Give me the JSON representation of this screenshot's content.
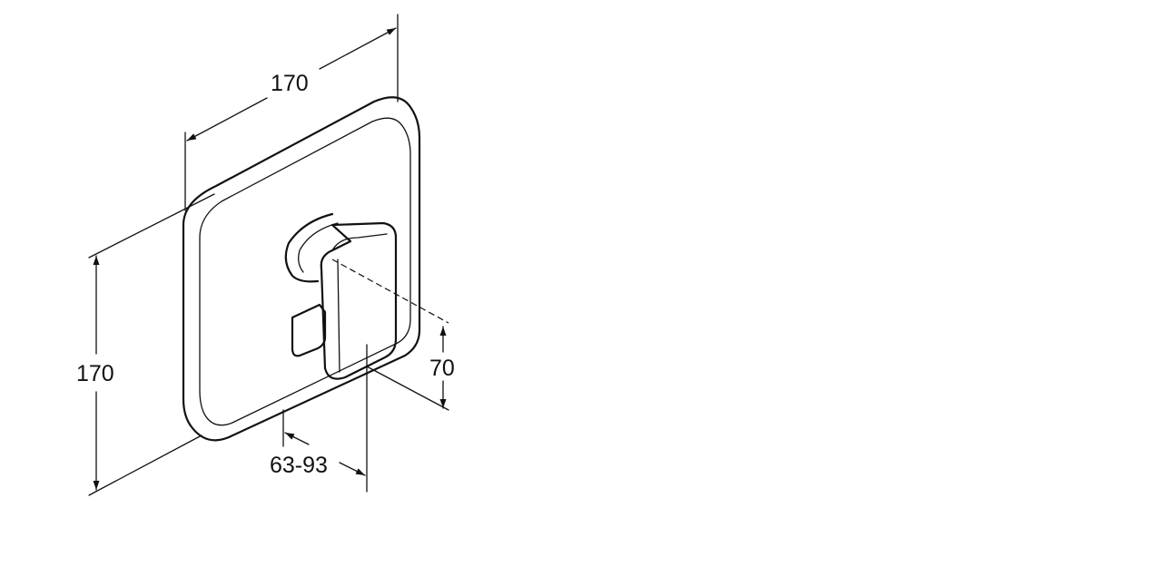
{
  "drawing": {
    "dimensions": {
      "top_width": "170",
      "height": "170",
      "handle_height": "70",
      "projection": "63-93"
    },
    "colors": {
      "line": "#111111",
      "background": "#ffffff"
    }
  }
}
